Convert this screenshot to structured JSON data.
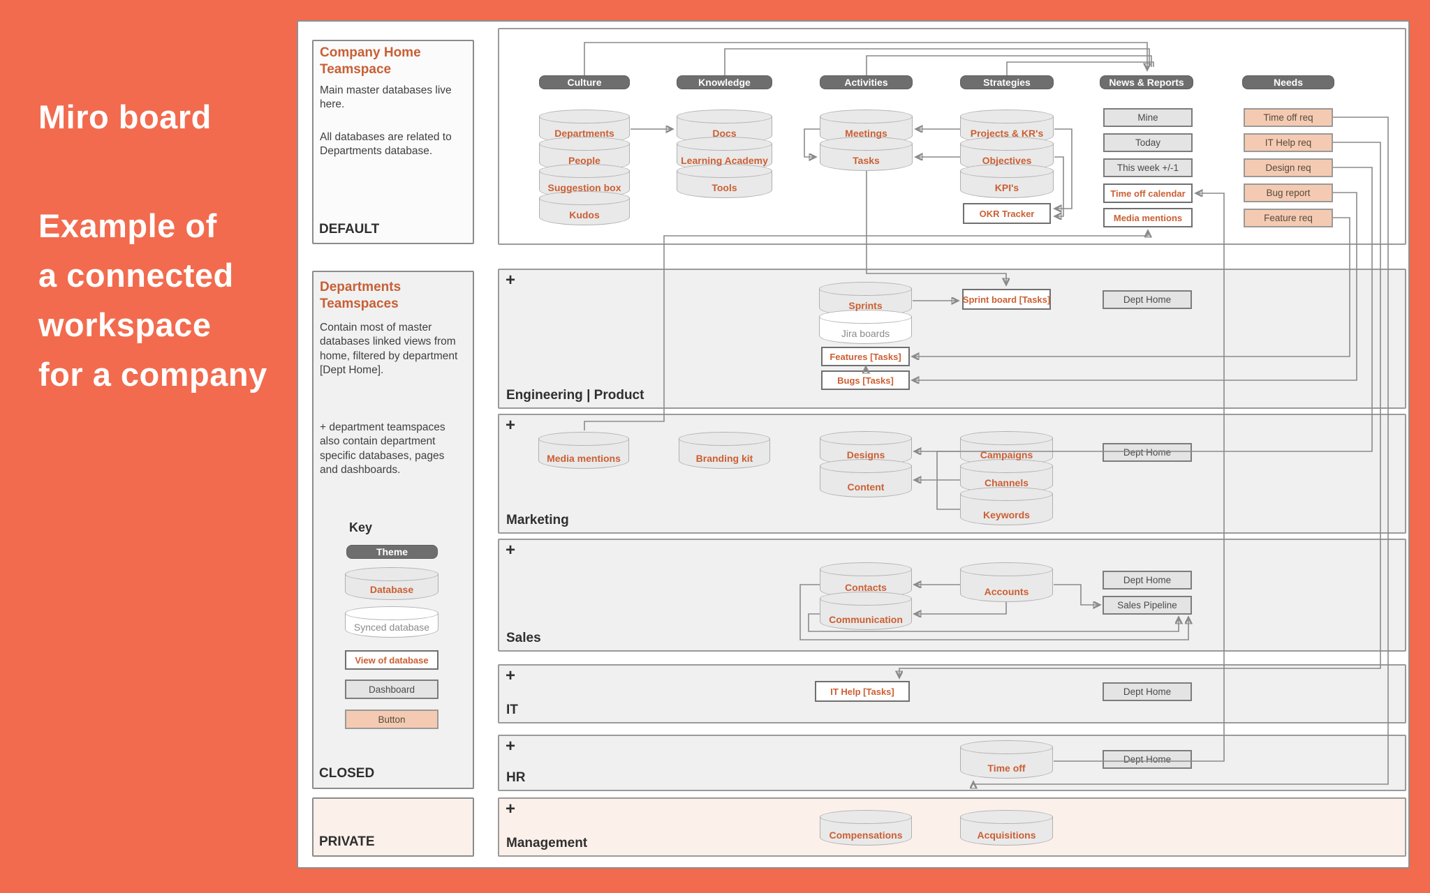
{
  "sidebar": {
    "title": "Miro board",
    "lines": [
      "Example of",
      "a connected",
      "workspace",
      "for a company"
    ]
  },
  "plus": "+",
  "panels": {
    "company_home": {
      "title": "Company Home Teamspace",
      "p1": "Main master databases live here.",
      "p2": "All databases are related to Departments database.",
      "status": "DEFAULT"
    },
    "departments": {
      "title": "Departments Teamspaces",
      "p1": "Contain most of master databases linked views from home, filtered by department [Dept Home].",
      "p2": "+ department teamspaces also contain department specific databases, pages and dashboards.",
      "key_title": "Key",
      "key": {
        "theme": "Theme",
        "database": "Database",
        "synced": "Synced database",
        "view": "View of database",
        "dashboard": "Dashboard",
        "button": "Button"
      },
      "status": "CLOSED"
    },
    "private": {
      "status": "PRIVATE"
    }
  },
  "themes": {
    "culture": "Culture",
    "knowledge": "Knowledge",
    "activities": "Activities",
    "strategies": "Strategies",
    "news": "News & Reports",
    "needs": "Needs"
  },
  "home": {
    "culture": [
      "Departments",
      "People",
      "Suggestion box",
      "Kudos"
    ],
    "knowledge": [
      "Docs",
      "Learning Academy",
      "Tools"
    ],
    "activities": [
      "Meetings",
      "Tasks"
    ],
    "strategies": [
      "Projects & KR's",
      "Objectives",
      "KPI's"
    ],
    "strategies_view": "OKR Tracker",
    "news_dashboards": [
      "Mine",
      "Today",
      "This week +/-1"
    ],
    "news_views": [
      "Time off calendar",
      "Media mentions"
    ],
    "needs_buttons": [
      "Time off req",
      "IT Help req",
      "Design req",
      "Bug report",
      "Feature req"
    ]
  },
  "sections": {
    "engineering": {
      "label": "Engineering | Product",
      "sprints": "Sprints",
      "jira": "Jira boards",
      "features": "Features [Tasks]",
      "bugs": "Bugs [Tasks]",
      "sprint_board": "Sprint board [Tasks]",
      "dept_home": "Dept Home"
    },
    "marketing": {
      "label": "Marketing",
      "media": "Media mentions",
      "branding": "Branding kit",
      "designs": "Designs",
      "content": "Content",
      "campaigns": "Campaigns",
      "channels": "Channels",
      "keywords": "Keywords",
      "dept_home": "Dept Home"
    },
    "sales": {
      "label": "Sales",
      "contacts": "Contacts",
      "communication": "Communication",
      "accounts": "Accounts",
      "dept_home": "Dept Home",
      "pipeline": "Sales Pipeline"
    },
    "it": {
      "label": "IT",
      "it_help": "IT Help [Tasks]",
      "dept_home": "Dept Home"
    },
    "hr": {
      "label": "HR",
      "time_off": "Time off",
      "dept_home": "Dept Home"
    },
    "management": {
      "label": "Management",
      "compensations": "Compensations",
      "acquisitions": "Acquisitions"
    }
  },
  "colors": {
    "accent": "#F26B4E",
    "orange_text": "#CB5F33",
    "pill_bg": "#6E6E6E",
    "peach_button": "#F4CBB2",
    "section_bg": "#F0F0F0",
    "pink_bg": "#FCF0EA",
    "wire": "#8A8A8A"
  }
}
